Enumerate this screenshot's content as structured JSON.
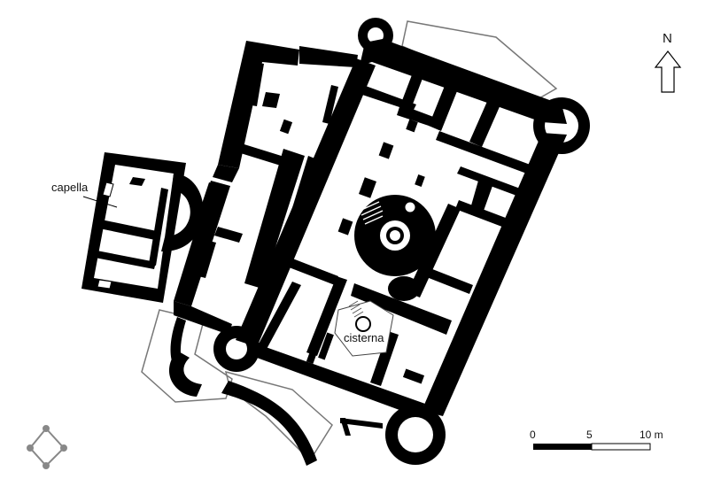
{
  "labels": {
    "chapel": "capella",
    "cistern": "cisterna"
  },
  "north_arrow": {
    "letter": "N"
  },
  "scale_bar": {
    "ticks": [
      "0",
      "5",
      "10 m"
    ]
  },
  "colors": {
    "wall": "#000000",
    "outline": "#777777",
    "background": "#ffffff"
  },
  "icons": {
    "north": "arrow-up-icon",
    "corner_logo": "diamond-icon"
  }
}
